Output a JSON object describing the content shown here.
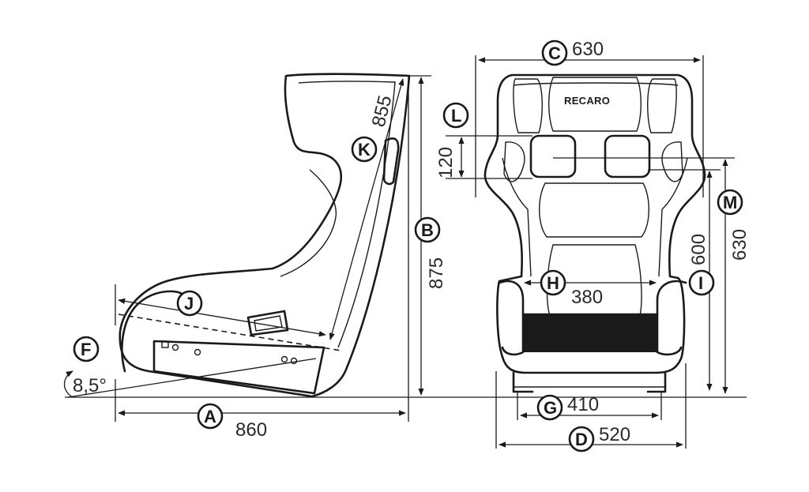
{
  "brand_logo": "RECARO",
  "dimensions": {
    "A": {
      "letter": "A",
      "value": "860"
    },
    "B": {
      "letter": "B",
      "value": "875"
    },
    "C": {
      "letter": "C",
      "value": "630"
    },
    "D": {
      "letter": "D",
      "value": "520"
    },
    "F": {
      "letter": "F",
      "value": "8,5°"
    },
    "G": {
      "letter": "G",
      "value": "410"
    },
    "H": {
      "letter": "H",
      "value": "380"
    },
    "I": {
      "letter": "I",
      "value": "600"
    },
    "J": {
      "letter": "J"
    },
    "K": {
      "letter": "K",
      "value": "855"
    },
    "L": {
      "letter": "L",
      "value": "120"
    },
    "M": {
      "letter": "M",
      "value": "630"
    }
  }
}
